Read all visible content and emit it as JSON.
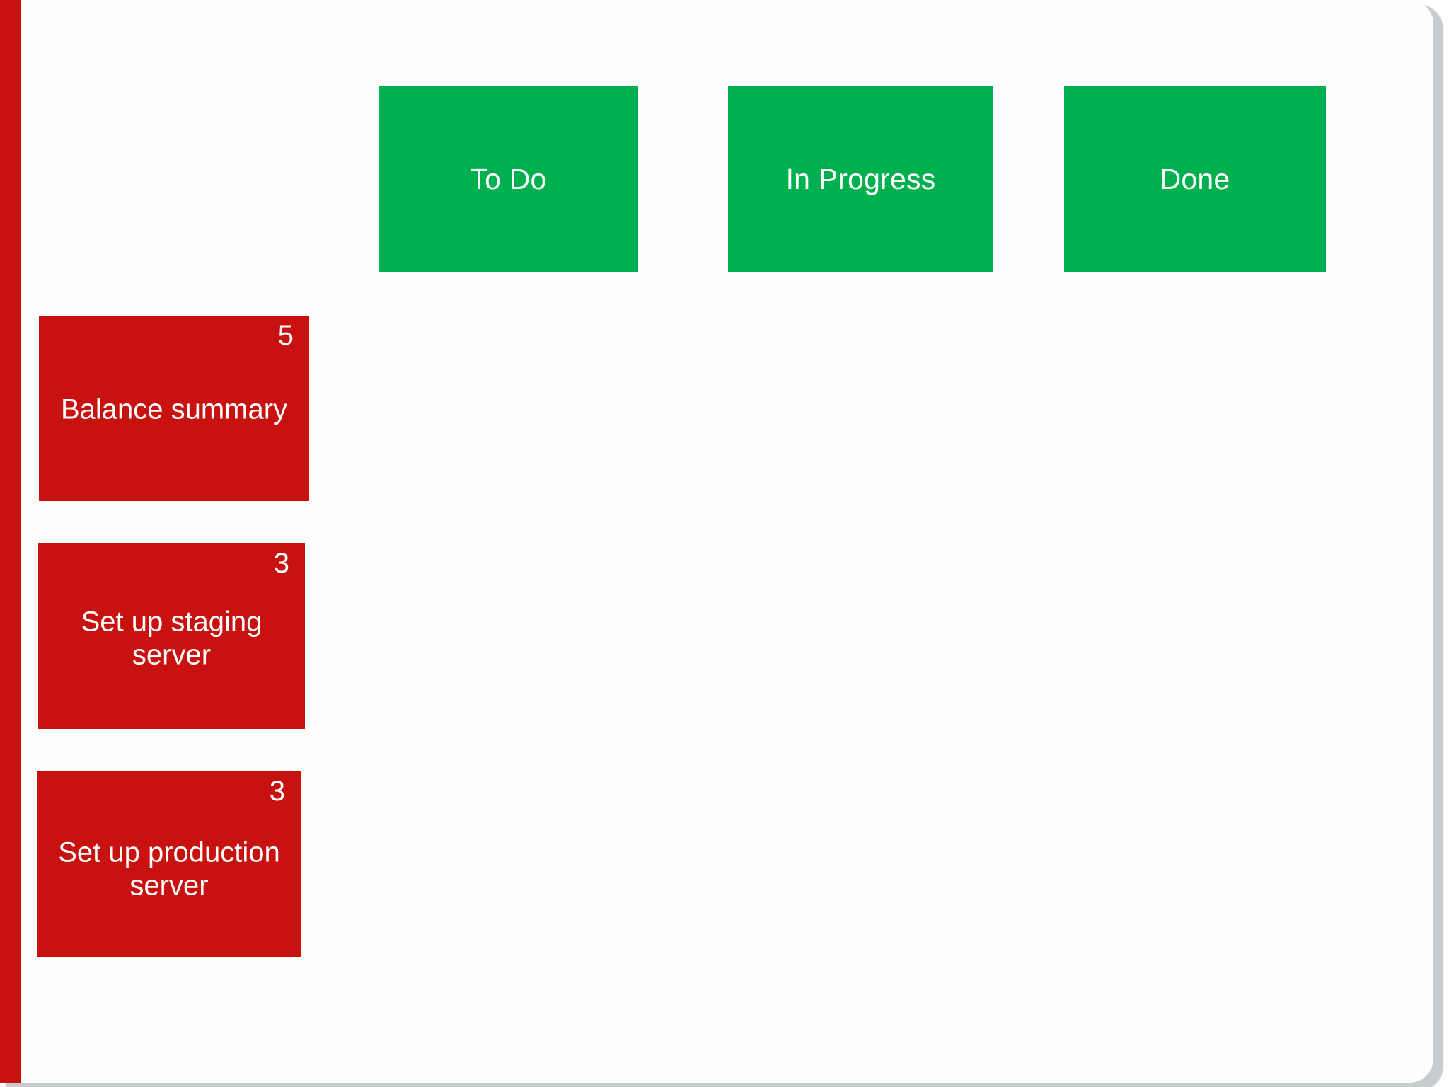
{
  "board": {
    "surface_color": "#fefffd",
    "shadow_color": "#c9ccce",
    "rail_color": "#c8120f",
    "lane_background": "#fdfefb"
  },
  "columns": [
    {
      "label": "To Do",
      "color": "#00b04f",
      "text_color": "#ffffff",
      "card_count": 0
    },
    {
      "label": "In Progress",
      "color": "#00b04f",
      "text_color": "#ffffff",
      "card_count": 0
    },
    {
      "label": "Done",
      "color": "#00b04f",
      "text_color": "#ffffff",
      "card_count": 0
    }
  ],
  "backlog": {
    "cards": [
      {
        "title": "Balance summary",
        "points": "5",
        "color": "#c8120f",
        "text_color": "#ffffff"
      },
      {
        "title": "Set up staging server",
        "points": "3",
        "color": "#c8120f",
        "text_color": "#ffffff"
      },
      {
        "title": "Set up production server",
        "points": "3",
        "color": "#c8120f",
        "text_color": "#ffffff"
      }
    ]
  }
}
